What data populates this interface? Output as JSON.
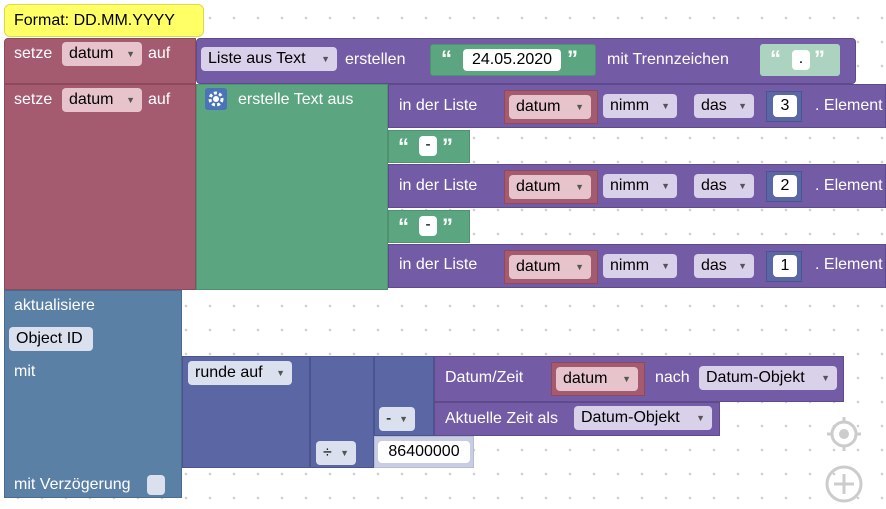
{
  "comment": {
    "text": "Format: DD.MM.YYYY"
  },
  "row1": {
    "setze": "setze",
    "var": "datum",
    "auf": "auf",
    "list_dd": "Liste aus Text",
    "erstellen": "erstellen",
    "text_value": "24.05.2020",
    "mit_trenn": "mit Trennzeichen",
    "sep_value": "."
  },
  "row2": {
    "setze": "setze",
    "var": "datum",
    "auf": "auf",
    "erstelle": "erstelle Text aus",
    "items": [
      {
        "in_der_liste": "in der Liste",
        "var": "datum",
        "nimm": "nimm",
        "das": "das",
        "index": "3",
        "element": "Element"
      },
      {
        "in_der_liste": "in der Liste",
        "var": "datum",
        "nimm": "nimm",
        "das": "das",
        "index": "2",
        "element": "Element"
      },
      {
        "in_der_liste": "in der Liste",
        "var": "datum",
        "nimm": "nimm",
        "das": "das",
        "index": "1",
        "element": "Element"
      }
    ],
    "dash1": "-",
    "dash2": "-"
  },
  "update": {
    "aktualisiere": "aktualisiere",
    "object_id": "Object ID",
    "mit": "mit",
    "runde": "runde auf",
    "datum_zeit": "Datum/Zeit",
    "var": "datum",
    "nach": "nach",
    "datum_objekt": "Datum-Objekt",
    "minus": "-",
    "aktuelle": "Aktuelle Zeit als",
    "datum_objekt2": "Datum-Objekt",
    "div": "÷",
    "divisor": "86400000",
    "delay": "mit Verzögerung"
  },
  "colors": {
    "variable": "#a55b6f",
    "list": "#745ba5",
    "text": "#5ba580",
    "math": "#5b67a5",
    "system": "#5b80a5",
    "comment": "#ffff66"
  },
  "icons": {
    "gear": "gear-icon",
    "target": "target-icon",
    "zoom": "zoom-in-icon"
  }
}
